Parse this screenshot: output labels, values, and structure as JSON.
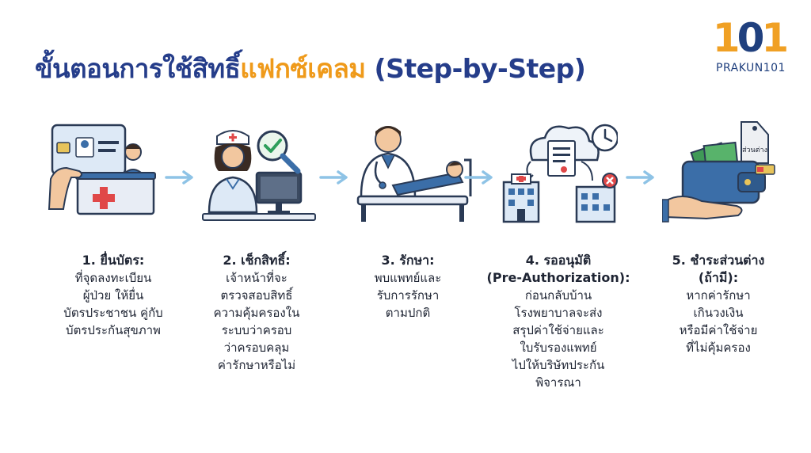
{
  "header": {
    "title_main": "ขั้นตอนการใช้สิทธิ์",
    "title_highlight": "แฟกซ์เคลม",
    "title_suffix": " (Step-by-Step)"
  },
  "logo": {
    "number_left": "1",
    "number_mid": "0",
    "number_right": "1",
    "brand": "PRAKUN101"
  },
  "steps": [
    {
      "title": "1. ยื่นบัตร:",
      "description": "ที่จุดลงทะเบียน\nผู้ป่วย ให้ยื่น\nบัตรประชาชน คู่กับ\nบัตรประกันสุขภาพ"
    },
    {
      "title": "2. เช็กสิทธิ์:",
      "description": "เจ้าหน้าที่จะ\nตรวจสอบสิทธิ์\nความคุ้มครองใน\nระบบว่าครอบ\nว่าครอบคลุม\nค่ารักษาหรือไม่"
    },
    {
      "title": "3. รักษา:",
      "description": "พบแพทย์และ\nรับการรักษา\nตามปกติ"
    },
    {
      "title": "4. รออนุมัติ",
      "subtitle": "(Pre-Authorization):",
      "description": "ก่อนกลับบ้าน\nโรงพยาบาลจะส่ง\nสรุปค่าใช้จ่ายและ\nใบรับรองแพทย์\nไปให้บริษัทประกัน\nพิจารณา"
    },
    {
      "title": "5. ชำระส่วนต่าง",
      "subtitle": "(ถ้ามี):",
      "description": "หากค่ารักษา\nเกินวงเงิน\nหรือมีค่าใช้จ่าย\nที่ไม่คุ้มครอง"
    }
  ],
  "icon_labels": {
    "tag": "ส่วนต่าง"
  },
  "colors": {
    "title_blue": "#253d8a",
    "title_orange": "#ef9a1a",
    "arrow": "#8ec3e6",
    "accent_blue": "#3b6ea8"
  }
}
